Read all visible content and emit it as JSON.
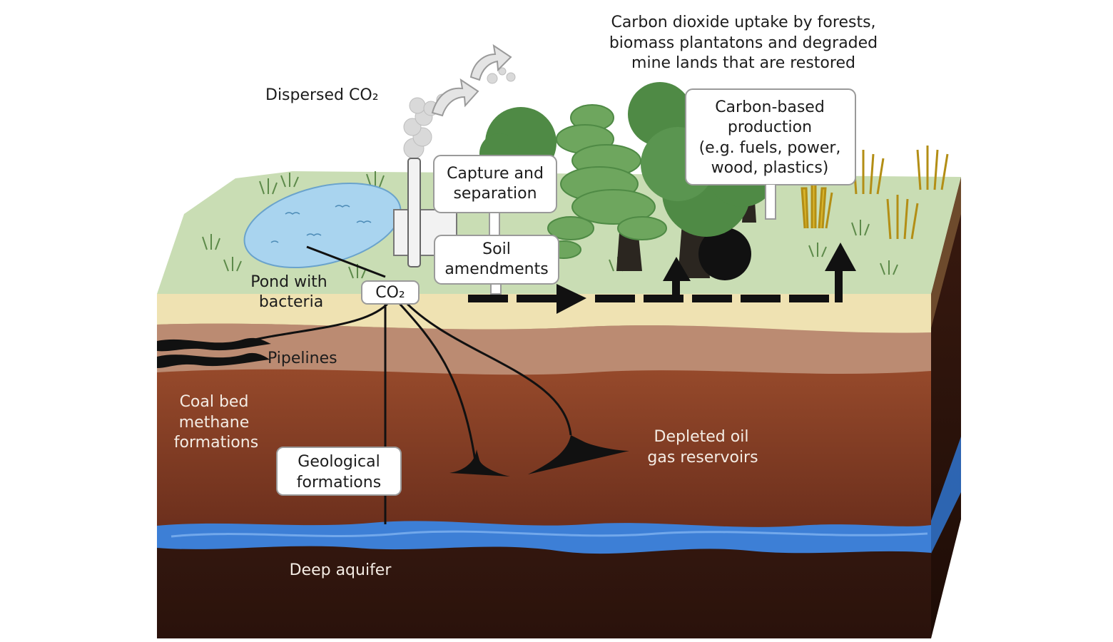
{
  "labels": {
    "uptake_line1": "Carbon dioxide uptake by forests,",
    "uptake_line2": "biomass plantatons and degraded",
    "uptake_line3": "mine lands that are restored",
    "dispersed": "Dispersed CO₂",
    "carbon_line1": "Carbon-based",
    "carbon_line2": "production",
    "carbon_line3": "(e.g. fuels, power,",
    "carbon_line4": "wood, plastics)",
    "capture_line1": "Capture and",
    "capture_line2": "separation",
    "soil_line1": "Soil",
    "soil_line2": "amendments",
    "pond_line1": "Pond with",
    "pond_line2": "bacteria",
    "co2": "CO₂",
    "pipelines": "Pipelines",
    "coal_line1": "Coal bed",
    "coal_line2": "methane",
    "coal_line3": "formations",
    "geo_line1": "Geological",
    "geo_line2": "formations",
    "depleted_line1": "Depleted oil",
    "depleted_line2": "gas reservoirs",
    "aquifer": "Deep aquifer"
  },
  "colors": {
    "grass": "#c9ddb4",
    "sand": "#efe2b2",
    "clay": "#bb8b72",
    "soil": "#8d3e24",
    "rock": "#3e1c12",
    "water": "#3d7fd6",
    "tree_dark": "#4f8a45",
    "tree_light": "#6ea65e",
    "reed": "#d9b52c",
    "arrow": "#111111"
  }
}
